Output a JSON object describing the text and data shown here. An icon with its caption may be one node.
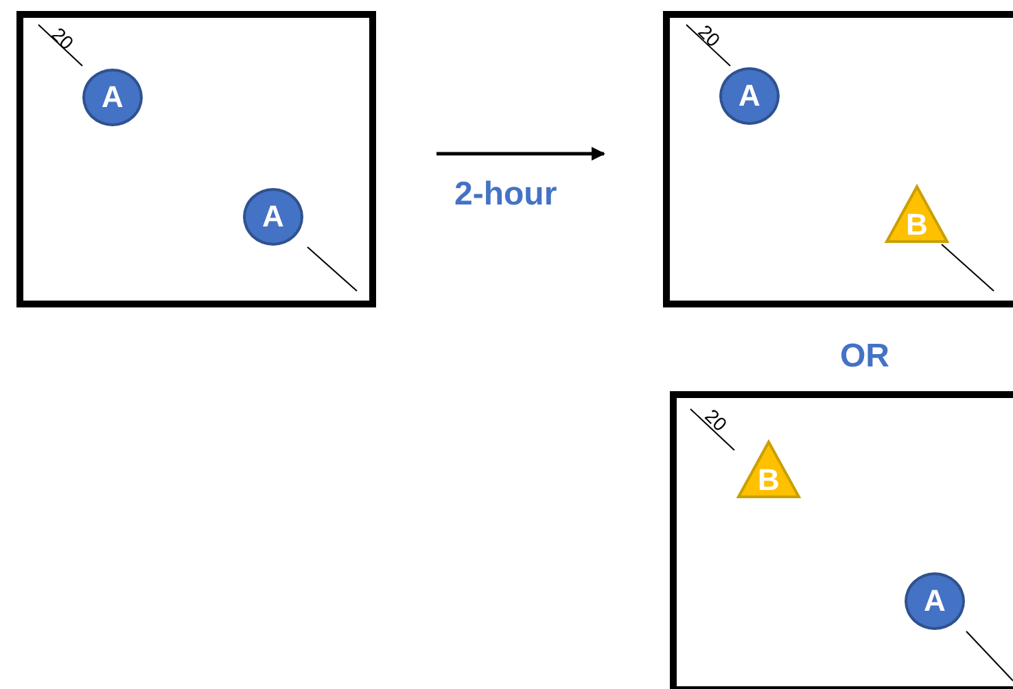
{
  "diagram": {
    "nodes": [
      {
        "text": [],
        "shape": "box"
      },
      {
        "text": [
          "A"
        ],
        "in": 0
      },
      {
        "text": [
          "A"
        ],
        "in": 0
      },
      {
        "text": [],
        "shape": "box"
      },
      {
        "text": [
          "A"
        ],
        "in": 3
      },
      {
        "text": [
          "B"
        ],
        "in": 3
      },
      {
        "text": [],
        "shape": "box"
      },
      {
        "text": [
          "B"
        ],
        "in": 6
      },
      {
        "text": [
          "A"
        ],
        "in": 6
      }
    ],
    "edges": [
      {
        "from": 0,
        "to": 3,
        "arrow": "to",
        "label": "2-hour"
      }
    ],
    "labels": [
      "20",
      "20",
      "OR",
      "20"
    ]
  }
}
